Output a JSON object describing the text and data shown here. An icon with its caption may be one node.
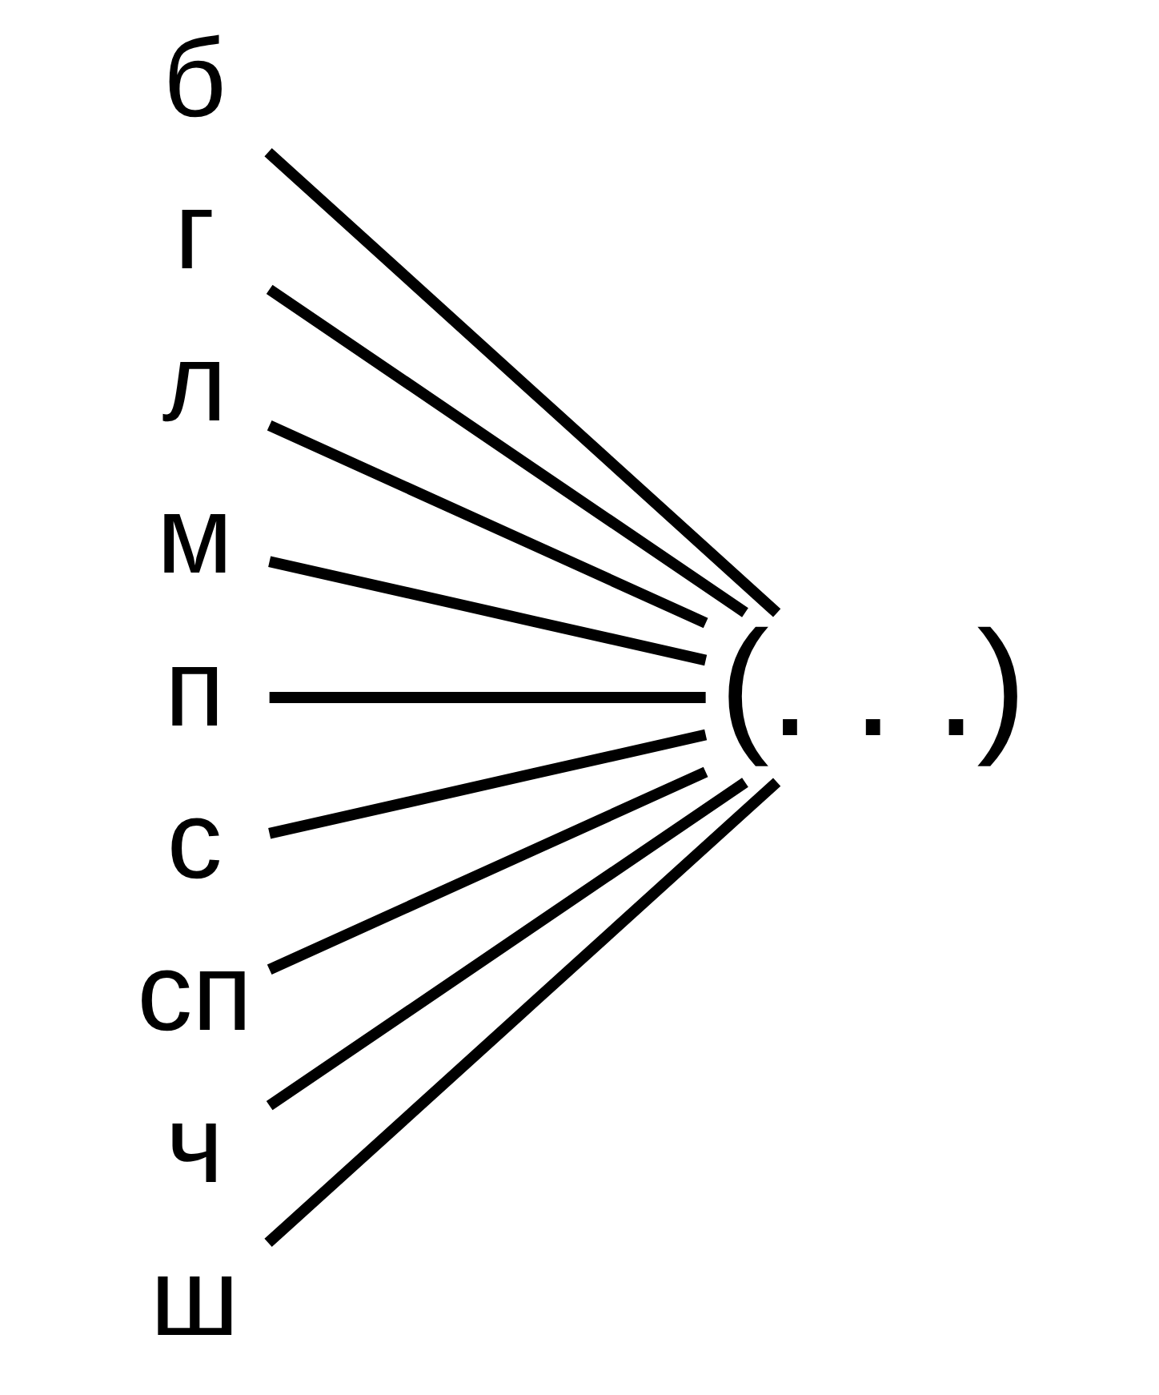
{
  "diagram": {
    "nodes": [
      {
        "text": [
          "б"
        ]
      },
      {
        "text": [
          "г"
        ]
      },
      {
        "text": [
          "л"
        ]
      },
      {
        "text": [
          "м"
        ]
      },
      {
        "text": [
          "п"
        ]
      },
      {
        "text": [
          "с"
        ]
      },
      {
        "text": [
          "сп"
        ]
      },
      {
        "text": [
          "ч"
        ]
      },
      {
        "text": [
          "ш"
        ]
      },
      {
        "text": [
          "(. . .)"
        ]
      }
    ],
    "edges": [
      {
        "from": 0,
        "to": 9,
        "arrow": "none"
      },
      {
        "from": 1,
        "to": 9,
        "arrow": "none"
      },
      {
        "from": 2,
        "to": 9,
        "arrow": "none"
      },
      {
        "from": 3,
        "to": 9,
        "arrow": "none"
      },
      {
        "from": 4,
        "to": 9,
        "arrow": "none"
      },
      {
        "from": 5,
        "to": 9,
        "arrow": "none"
      },
      {
        "from": 6,
        "to": 9,
        "arrow": "none"
      },
      {
        "from": 7,
        "to": 9,
        "arrow": "none"
      },
      {
        "from": 8,
        "to": 9,
        "arrow": "none"
      }
    ]
  }
}
